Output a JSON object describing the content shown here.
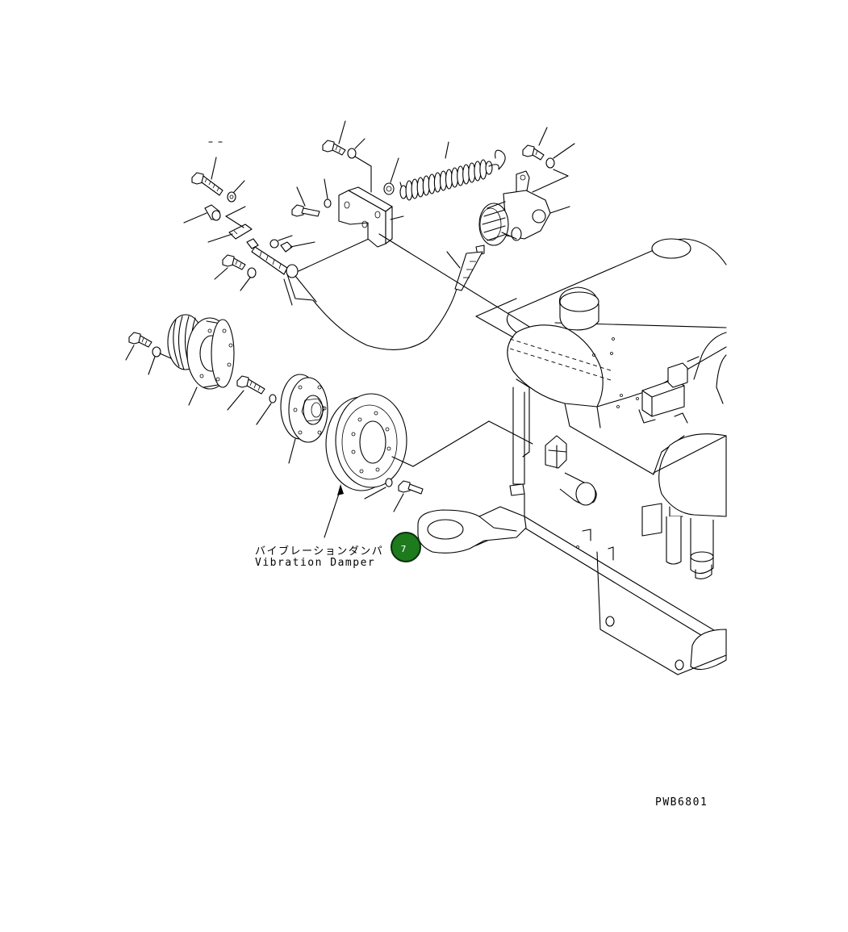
{
  "diagram": {
    "label_jp": "バイブレーションダンパ",
    "label_en": "Vibration Damper",
    "drawing_code": "PWB6801"
  },
  "callout": {
    "number": "7",
    "fill_color": "#1d7a1d",
    "border_color": "#0b2e0b"
  }
}
